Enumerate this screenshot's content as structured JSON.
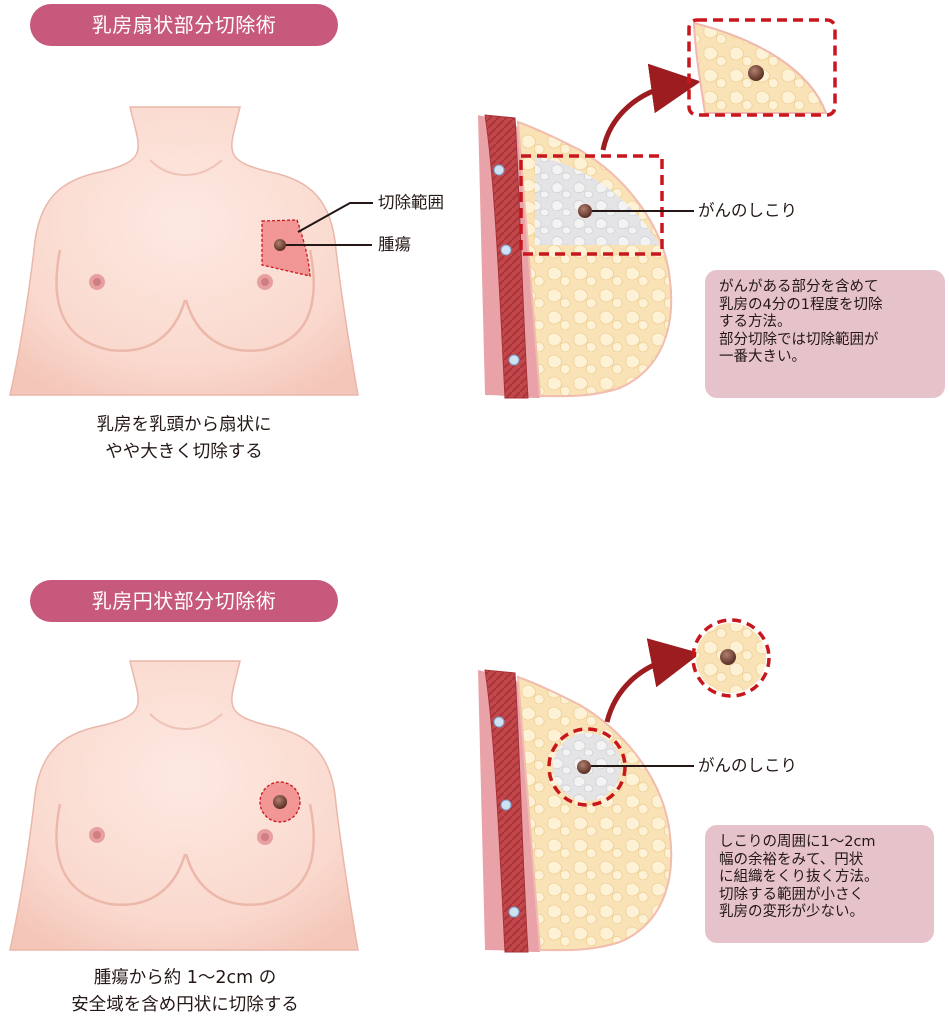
{
  "sections": [
    {
      "title": "乳房扇状部分切除術",
      "caption_lines": [
        "乳房を乳頭から扇状に",
        "やや大きく切除する"
      ],
      "label_excision_range": "切除範囲",
      "label_tumor": "腫瘍",
      "label_lump": "がんのしこり",
      "note_lines": [
        "がんがある部分を含めて",
        "乳房の4分の1程度を切除",
        "する方法。",
        "部分切除では切除範囲が",
        "一番大きい。"
      ]
    },
    {
      "title": "乳房円状部分切除術",
      "caption_lines": [
        "腫瘍から約 1〜2cm の",
        "安全域を含め円状に切除する"
      ],
      "label_lump": "がんのしこり",
      "note_lines": [
        "しこりの周囲に1〜2cm",
        "幅の余裕をみて、円状",
        "に組織をくり抜く方法。",
        "切除する範囲が小さく",
        "乳房の変形が少ない。"
      ]
    }
  ],
  "colors": {
    "title_pill": "#c75a7c",
    "note_box": "#e6c3ca",
    "skin": "#fadcd2",
    "excision_outline": "#c8161d",
    "arrow": "#9c1c20",
    "fat_tissue": "#f9e3b6"
  }
}
